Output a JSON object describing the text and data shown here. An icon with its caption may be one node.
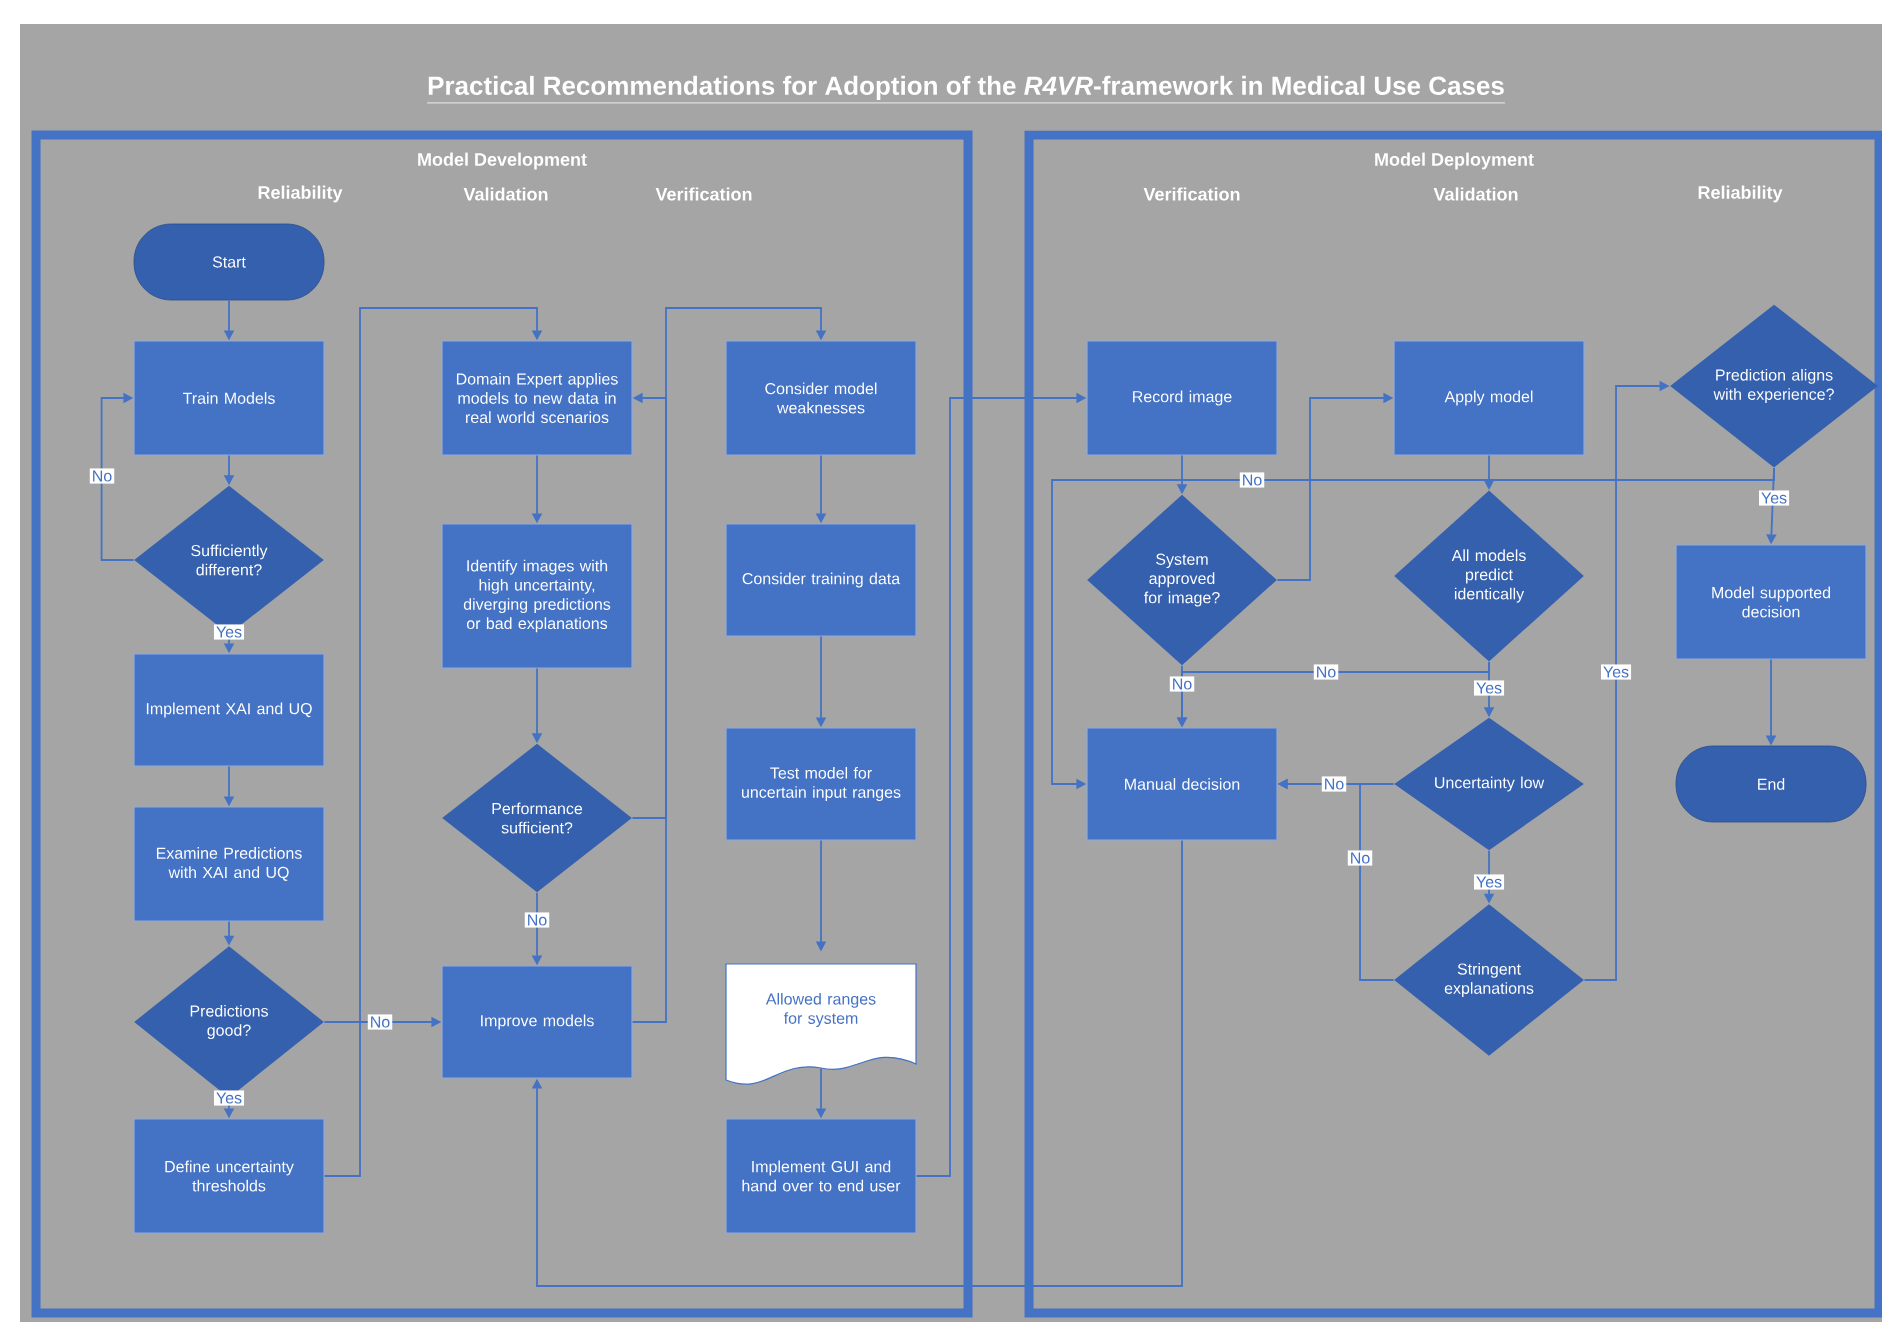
{
  "diagram": {
    "title": "Practical Recommendations for Adoption of the *R4VR*-framework in Medical Use Cases",
    "nodes": [
      {
        "text": [
          "Model Development"
        ]
      },
      {
        "text": [
          "Model Deployment"
        ]
      },
      {
        "text": [
          "Start"
        ],
        "in": 0
      },
      {
        "text": [
          "Train Models"
        ],
        "in": 0
      },
      {
        "text": [
          "Sufficiently different?"
        ],
        "in": 0
      },
      {
        "text": [
          "Implement XAI and UQ"
        ],
        "in": 0
      },
      {
        "text": [
          "Examine Predictions with XAI and UQ"
        ],
        "in": 0
      },
      {
        "text": [
          "Predictions good?"
        ],
        "in": 0
      },
      {
        "text": [
          "Define uncertainty thresholds"
        ],
        "in": 0
      },
      {
        "text": [
          "Domain Expert applies models to new data in real world scenarios"
        ],
        "in": 0
      },
      {
        "text": [
          "Identify images with high uncertainty, diverging predictions or bad explanations"
        ],
        "in": 0
      },
      {
        "text": [
          "Performance sufficient?"
        ],
        "in": 0
      },
      {
        "text": [
          "Improve models"
        ],
        "in": 0
      },
      {
        "text": [
          "Consider model weaknesses"
        ],
        "in": 0
      },
      {
        "text": [
          "Consider training data"
        ],
        "in": 0
      },
      {
        "text": [
          "Test model for uncertain input ranges"
        ],
        "in": 0
      },
      {
        "text": [
          "Allowed ranges for system"
        ],
        "in": 0
      },
      {
        "text": [
          "Implement GUI and hand over to end user"
        ],
        "in": 0
      },
      {
        "text": [
          "Record image"
        ],
        "in": 1
      },
      {
        "text": [
          "System approved for image?"
        ],
        "in": 1
      },
      {
        "text": [
          "Manual decision"
        ],
        "in": 1
      },
      {
        "text": [
          "Apply model"
        ],
        "in": 1
      },
      {
        "text": [
          "All models predict identically"
        ],
        "in": 1
      },
      {
        "text": [
          "Uncertainty low"
        ],
        "in": 1
      },
      {
        "text": [
          "Stringent explanations"
        ],
        "in": 1
      },
      {
        "text": [
          "Prediction aligns with experience?"
        ],
        "in": 1
      },
      {
        "text": [
          "Model supported decision"
        ],
        "in": 1
      },
      {
        "text": [
          "End"
        ],
        "in": 1
      }
    ],
    "edges": [
      {
        "from": 2,
        "to": 3,
        "arrow": "to"
      },
      {
        "from": 3,
        "to": 4,
        "arrow": "to"
      },
      {
        "from": 4,
        "to": 3,
        "arrow": "to",
        "label": "No"
      },
      {
        "from": 4,
        "to": 5,
        "arrow": "to",
        "label": "Yes"
      },
      {
        "from": 5,
        "to": 6,
        "arrow": "to"
      },
      {
        "from": 6,
        "to": 7,
        "arrow": "to"
      },
      {
        "from": 7,
        "to": 8,
        "arrow": "to",
        "label": "Yes"
      },
      {
        "from": 7,
        "to": 12,
        "arrow": "to",
        "label": "No"
      },
      {
        "from": 8,
        "to": 9,
        "arrow": "to"
      },
      {
        "from": 9,
        "to": 10,
        "arrow": "to"
      },
      {
        "from": 10,
        "to": 11,
        "arrow": "to"
      },
      {
        "from": 11,
        "to": 12,
        "arrow": "to",
        "label": "No"
      },
      {
        "from": 11,
        "to": 13,
        "arrow": "to"
      },
      {
        "from": 12,
        "to": 9,
        "arrow": "to"
      },
      {
        "from": 13,
        "to": 14,
        "arrow": "to"
      },
      {
        "from": 14,
        "to": 15,
        "arrow": "to"
      },
      {
        "from": 15,
        "to": 16,
        "arrow": "to"
      },
      {
        "from": 16,
        "to": 17,
        "arrow": "to"
      },
      {
        "from": 17,
        "to": 18,
        "arrow": "to"
      },
      {
        "from": 18,
        "to": 19,
        "arrow": "to"
      },
      {
        "from": 19,
        "to": 21,
        "arrow": "to"
      },
      {
        "from": 19,
        "to": 20,
        "arrow": "to",
        "label": "No"
      },
      {
        "from": 21,
        "to": 22,
        "arrow": "to"
      },
      {
        "from": 22,
        "to": 20,
        "arrow": "to",
        "label": "No"
      },
      {
        "from": 22,
        "to": 23,
        "arrow": "to",
        "label": "Yes"
      },
      {
        "from": 23,
        "to": 20,
        "arrow": "to",
        "label": "No"
      },
      {
        "from": 23,
        "to": 24,
        "arrow": "to",
        "label": "Yes"
      },
      {
        "from": 24,
        "to": 20,
        "arrow": "to",
        "label": "No"
      },
      {
        "from": 24,
        "to": 25,
        "arrow": "to",
        "label": "Yes"
      },
      {
        "from": 25,
        "to": 26,
        "arrow": "to",
        "label": "Yes"
      },
      {
        "from": 25,
        "to": 20,
        "arrow": "to",
        "label": "No"
      },
      {
        "from": 26,
        "to": 27,
        "arrow": "to"
      },
      {
        "from": 20,
        "to": 12,
        "arrow": "to"
      }
    ],
    "labels": [
      "Reliability",
      "Validation",
      "Verification",
      "Verification",
      "Validation",
      "Reliability"
    ]
  }
}
